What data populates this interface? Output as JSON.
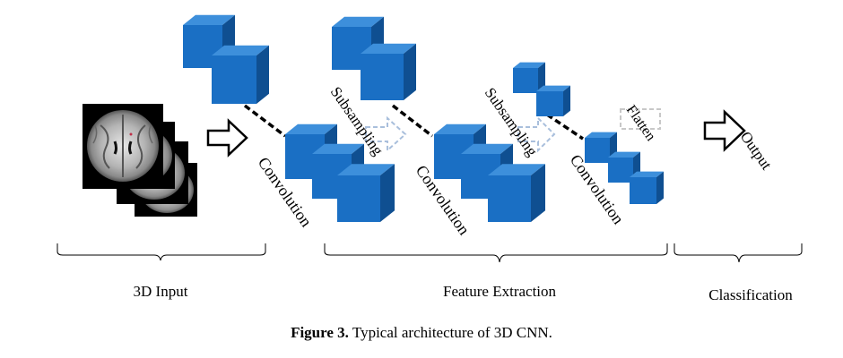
{
  "layers": {
    "convolution_1": "Convolution",
    "subsampling_1": "Subsampling",
    "convolution_2": "Convolution",
    "subsampling_2": "Subsampling",
    "convolution_3": "Convolution",
    "flatten": "Flatten",
    "output": "Output"
  },
  "stages": {
    "input": "3D Input",
    "feature_extraction": "Feature Extraction",
    "classification": "Classification"
  },
  "caption": {
    "label": "Figure 3.",
    "text": "Typical architecture of 3D CNN."
  },
  "colors": {
    "cube_front": "#1a6fc4",
    "cube_top": "#3d8fdb",
    "cube_side": "#0f4f91",
    "dashed_arrow": "#a9bfdc",
    "flatten_box": "#c8c8c8"
  }
}
